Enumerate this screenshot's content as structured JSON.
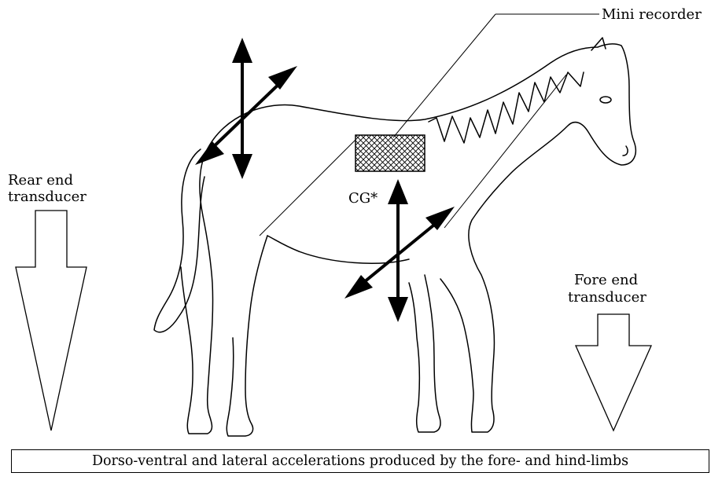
{
  "labels": {
    "mini_recorder": "Mini recorder",
    "rear_end_line1": "Rear end",
    "rear_end_line2": "transducer",
    "fore_end_line1": "Fore end",
    "fore_end_line2": "transducer",
    "cg": "CG*"
  },
  "caption": "Dorso-ventral and lateral accelerations produced by the fore- and hind-limbs"
}
